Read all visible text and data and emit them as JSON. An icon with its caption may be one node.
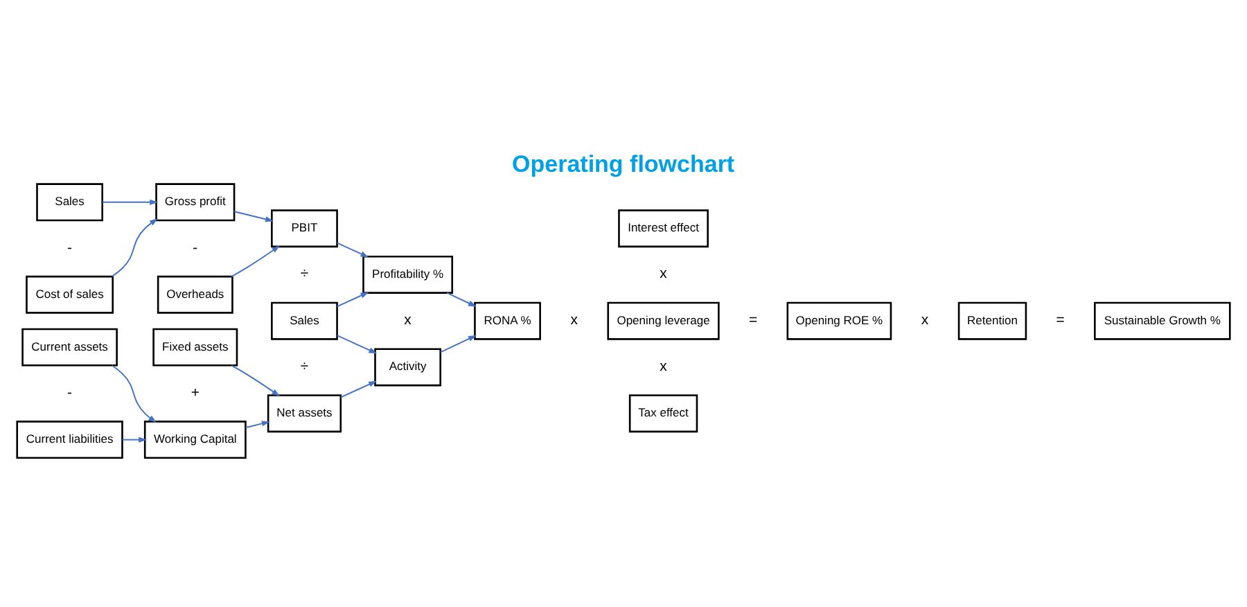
{
  "diagram": {
    "title": "Operating flowchart",
    "nodes": [
      {
        "text": [
          "Sales"
        ]
      },
      {
        "text": [
          "Cost of sales"
        ]
      },
      {
        "text": [
          "Gross profit"
        ]
      },
      {
        "text": [
          "Overheads"
        ]
      },
      {
        "text": [
          "PBIT"
        ]
      },
      {
        "text": [
          "Sales"
        ]
      },
      {
        "text": [
          "Net assets"
        ]
      },
      {
        "text": [
          "Profitability %"
        ]
      },
      {
        "text": [
          "Activity"
        ]
      },
      {
        "text": [
          "Current assets"
        ]
      },
      {
        "text": [
          "Current liabilities"
        ]
      },
      {
        "text": [
          "Fixed assets"
        ]
      },
      {
        "text": [
          "Working Capital"
        ]
      },
      {
        "text": [
          "RONA %"
        ]
      },
      {
        "text": [
          "Interest effect"
        ]
      },
      {
        "text": [
          "Opening leverage"
        ]
      },
      {
        "text": [
          "Tax effect"
        ]
      },
      {
        "text": [
          "Opening ROE %"
        ]
      },
      {
        "text": [
          "Retention"
        ]
      },
      {
        "text": [
          "Sustainable Growth %"
        ]
      }
    ],
    "edges": [
      {
        "from": 0,
        "to": 2,
        "arrow": "to"
      },
      {
        "from": 1,
        "to": 2,
        "arrow": "to"
      },
      {
        "from": 2,
        "to": 4,
        "arrow": "to"
      },
      {
        "from": 3,
        "to": 4,
        "arrow": "to"
      },
      {
        "from": 4,
        "to": 7,
        "arrow": "to"
      },
      {
        "from": 5,
        "to": 7,
        "arrow": "to"
      },
      {
        "from": 5,
        "to": 8,
        "arrow": "to"
      },
      {
        "from": 6,
        "to": 8,
        "arrow": "to"
      },
      {
        "from": 9,
        "to": 12,
        "arrow": "to"
      },
      {
        "from": 10,
        "to": 12,
        "arrow": "to"
      },
      {
        "from": 11,
        "to": 6,
        "arrow": "to"
      },
      {
        "from": 12,
        "to": 6,
        "arrow": "to"
      },
      {
        "from": 7,
        "to": 13,
        "arrow": "to"
      },
      {
        "from": 8,
        "to": 13,
        "arrow": "to"
      }
    ],
    "labels": [
      "-",
      "-",
      "÷",
      "x",
      "x",
      "x",
      "=",
      "x",
      "=",
      "÷",
      "x",
      "-",
      "+"
    ]
  }
}
